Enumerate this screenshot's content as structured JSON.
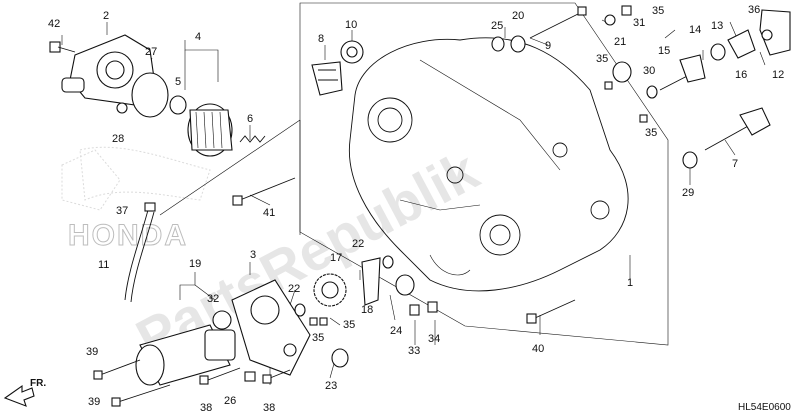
{
  "diagram": {
    "diagram_code": "HL54E0600",
    "direction_label": "FR.",
    "brand_watermark": "HONDA",
    "site_watermark": "PartsRepublik",
    "callouts": [
      {
        "id": "c42",
        "label": "42"
      },
      {
        "id": "c2",
        "label": "2"
      },
      {
        "id": "c27",
        "label": "27"
      },
      {
        "id": "c4",
        "label": "4"
      },
      {
        "id": "c5",
        "label": "5"
      },
      {
        "id": "c28",
        "label": "28"
      },
      {
        "id": "c6",
        "label": "6"
      },
      {
        "id": "c8",
        "label": "8"
      },
      {
        "id": "c10",
        "label": "10"
      },
      {
        "id": "c25",
        "label": "25"
      },
      {
        "id": "c20",
        "label": "20"
      },
      {
        "id": "c9",
        "label": "9"
      },
      {
        "id": "c35a",
        "label": "35"
      },
      {
        "id": "c31",
        "label": "31"
      },
      {
        "id": "c21",
        "label": "21"
      },
      {
        "id": "c35b",
        "label": "35"
      },
      {
        "id": "c30",
        "label": "30"
      },
      {
        "id": "c15",
        "label": "15"
      },
      {
        "id": "c14",
        "label": "14"
      },
      {
        "id": "c13",
        "label": "13"
      },
      {
        "id": "c36",
        "label": "36"
      },
      {
        "id": "c16",
        "label": "16"
      },
      {
        "id": "c12",
        "label": "12"
      },
      {
        "id": "c35c",
        "label": "35"
      },
      {
        "id": "c7",
        "label": "7"
      },
      {
        "id": "c29",
        "label": "29"
      },
      {
        "id": "c41",
        "label": "41"
      },
      {
        "id": "c37",
        "label": "37"
      },
      {
        "id": "c11",
        "label": "11"
      },
      {
        "id": "c3",
        "label": "3"
      },
      {
        "id": "c19",
        "label": "19"
      },
      {
        "id": "c32",
        "label": "32"
      },
      {
        "id": "c22a",
        "label": "22"
      },
      {
        "id": "c17",
        "label": "17"
      },
      {
        "id": "c22b",
        "label": "22"
      },
      {
        "id": "c35d",
        "label": "35"
      },
      {
        "id": "c35e",
        "label": "35"
      },
      {
        "id": "c18",
        "label": "18"
      },
      {
        "id": "c24",
        "label": "24"
      },
      {
        "id": "c33",
        "label": "33"
      },
      {
        "id": "c34",
        "label": "34"
      },
      {
        "id": "c1",
        "label": "1"
      },
      {
        "id": "c40",
        "label": "40"
      },
      {
        "id": "c39a",
        "label": "39"
      },
      {
        "id": "c39b",
        "label": "39"
      },
      {
        "id": "c38a",
        "label": "38"
      },
      {
        "id": "c26",
        "label": "26"
      },
      {
        "id": "c38b",
        "label": "38"
      },
      {
        "id": "c23",
        "label": "23"
      }
    ]
  }
}
